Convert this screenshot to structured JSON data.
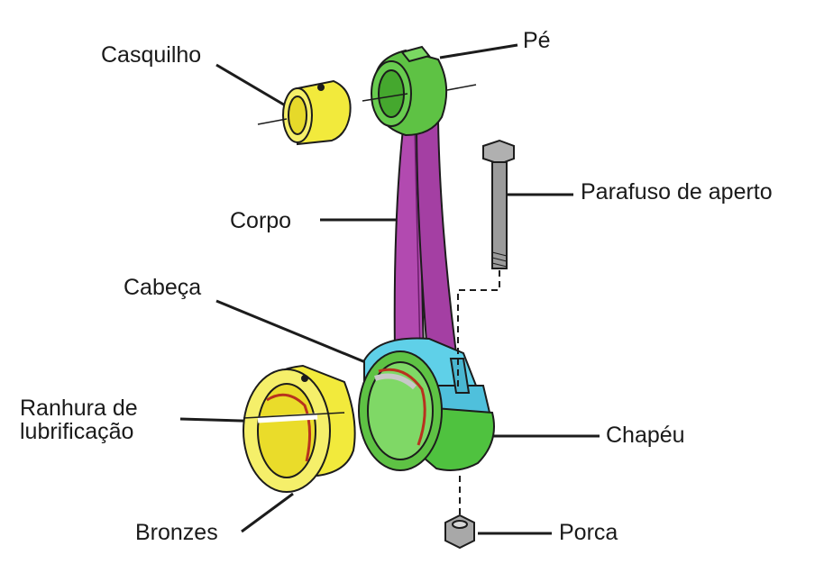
{
  "labels": {
    "casquilho": "Casquilho",
    "pe": "Pé",
    "parafuso": "Parafuso de aperto",
    "corpo": "Corpo",
    "cabeca": "Cabeça",
    "ranhura": "Ranhura de\nlubrificação",
    "chapeu": "Chapéu",
    "bronzes": "Bronzes",
    "porca": "Porca"
  },
  "colors": {
    "bushing_yellow": "#f2ea3c",
    "small_end_green": "#5ec244",
    "shank_magenta": "#b24ab0",
    "big_end_cyan": "#5fd0e8",
    "cap_green": "#4fc23f",
    "bolt_gray": "#9b9b9b",
    "groove_red": "#b8321e",
    "outline": "#1c1c1c"
  },
  "icons": [
    "connecting-rod-icon",
    "bushing-icon",
    "bolt-icon",
    "nut-icon",
    "bearing-shells-icon"
  ]
}
